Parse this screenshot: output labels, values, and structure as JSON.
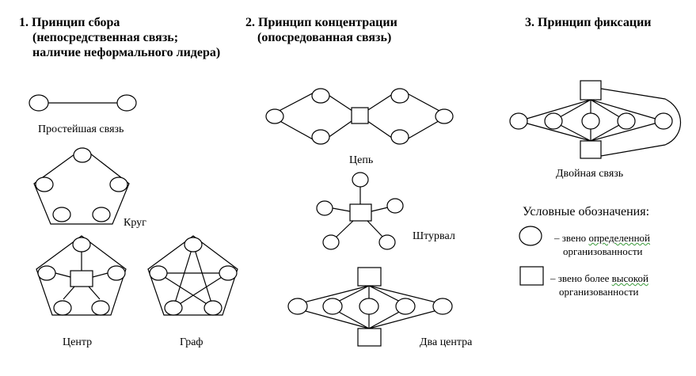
{
  "sections": {
    "collection": {
      "title": "1. Принцип сбора",
      "subtitle_1": "(непосредственная связь;",
      "subtitle_2": "наличие неформального лидера)"
    },
    "concentration": {
      "title": "2. Принцип концентрации",
      "subtitle": "(опосредованная связь)"
    },
    "fixation": {
      "title": "3. Принцип фиксации"
    }
  },
  "labels": {
    "simple": "Простейшая связь",
    "circle": "Круг",
    "center": "Центр",
    "graph": "Граф",
    "chain": "Цепь",
    "wheel": "Штурвал",
    "two_centers": "Два центра",
    "double": "Двойная связь"
  },
  "legend": {
    "title": "Условные обозначения:",
    "circle_dash": "– звено ",
    "circle_emph": "определенной",
    "circle_line2": "организованности",
    "square_dash": "– звено более ",
    "square_emph": "высокой",
    "square_line2": "организованности"
  }
}
